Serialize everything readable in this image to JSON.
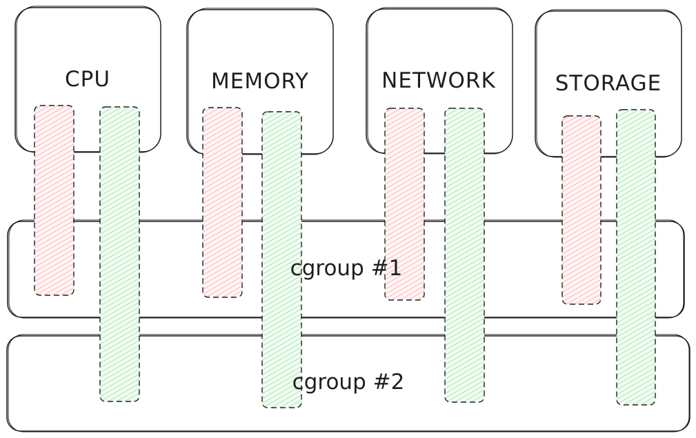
{
  "resources": [
    {
      "label": "CPU"
    },
    {
      "label": "MEMORY"
    },
    {
      "label": "NETWORK"
    },
    {
      "label": "STORAGE"
    }
  ],
  "cgroups": [
    {
      "label": "cgroup #1"
    },
    {
      "label": "cgroup #2"
    }
  ],
  "colors": {
    "stroke": "#1e1e1e",
    "cgroup1_bar": "#ffc9c9",
    "cgroup2_bar": "#b2f2bb"
  }
}
